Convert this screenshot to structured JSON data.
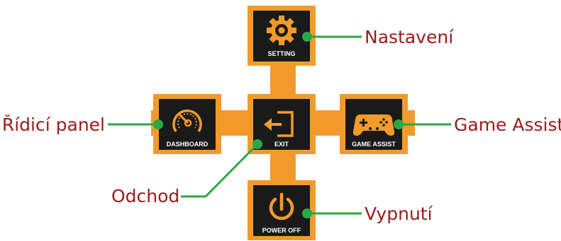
{
  "colors": {
    "frame": "#f39a2c",
    "tile": "#1a1a1a",
    "tile_border": "#f39a2c",
    "icon": "#f39a2c",
    "tile_text": "#ffffff",
    "callout_text": "#9b1b1b",
    "connector": "#2aa845",
    "dot": "#2aa845"
  },
  "tiles": {
    "setting": {
      "label": "SETTING",
      "icon": "gear-icon"
    },
    "dashboard": {
      "label": "DASHBOARD",
      "icon": "speedometer-icon"
    },
    "exit": {
      "label": "EXIT",
      "icon": "exit-door-icon"
    },
    "game_assist": {
      "label": "GAME ASSIST",
      "icon": "gamepad-icon"
    },
    "power_off": {
      "label": "POWER OFF",
      "icon": "power-icon"
    }
  },
  "callouts": {
    "setting": "Nastavení",
    "dashboard": "Řídicí panel",
    "game_assist": "Game Assist",
    "exit": "Odchod",
    "power_off": "Vypnutí"
  }
}
